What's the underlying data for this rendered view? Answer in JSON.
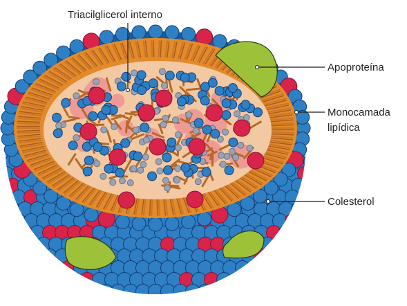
{
  "labels": {
    "internal": "Triacilglicerol interno",
    "apoprotein": "Apoproteína",
    "monolayer_line1": "Monocamada",
    "monolayer_line2": "lipídica",
    "cholesterol": "Colesterol"
  },
  "colors": {
    "phospholipid_head": "#2e7fc4",
    "phospholipid_head_outline": "#143f75",
    "cholesterol": "#d8234a",
    "apoprotein": "#9dc23a",
    "lipid_tail": "#c9772b",
    "monolayer_band": "#e38b2a",
    "core": "#f3c9a4",
    "triacylglycerol": "#9aa3b4"
  }
}
